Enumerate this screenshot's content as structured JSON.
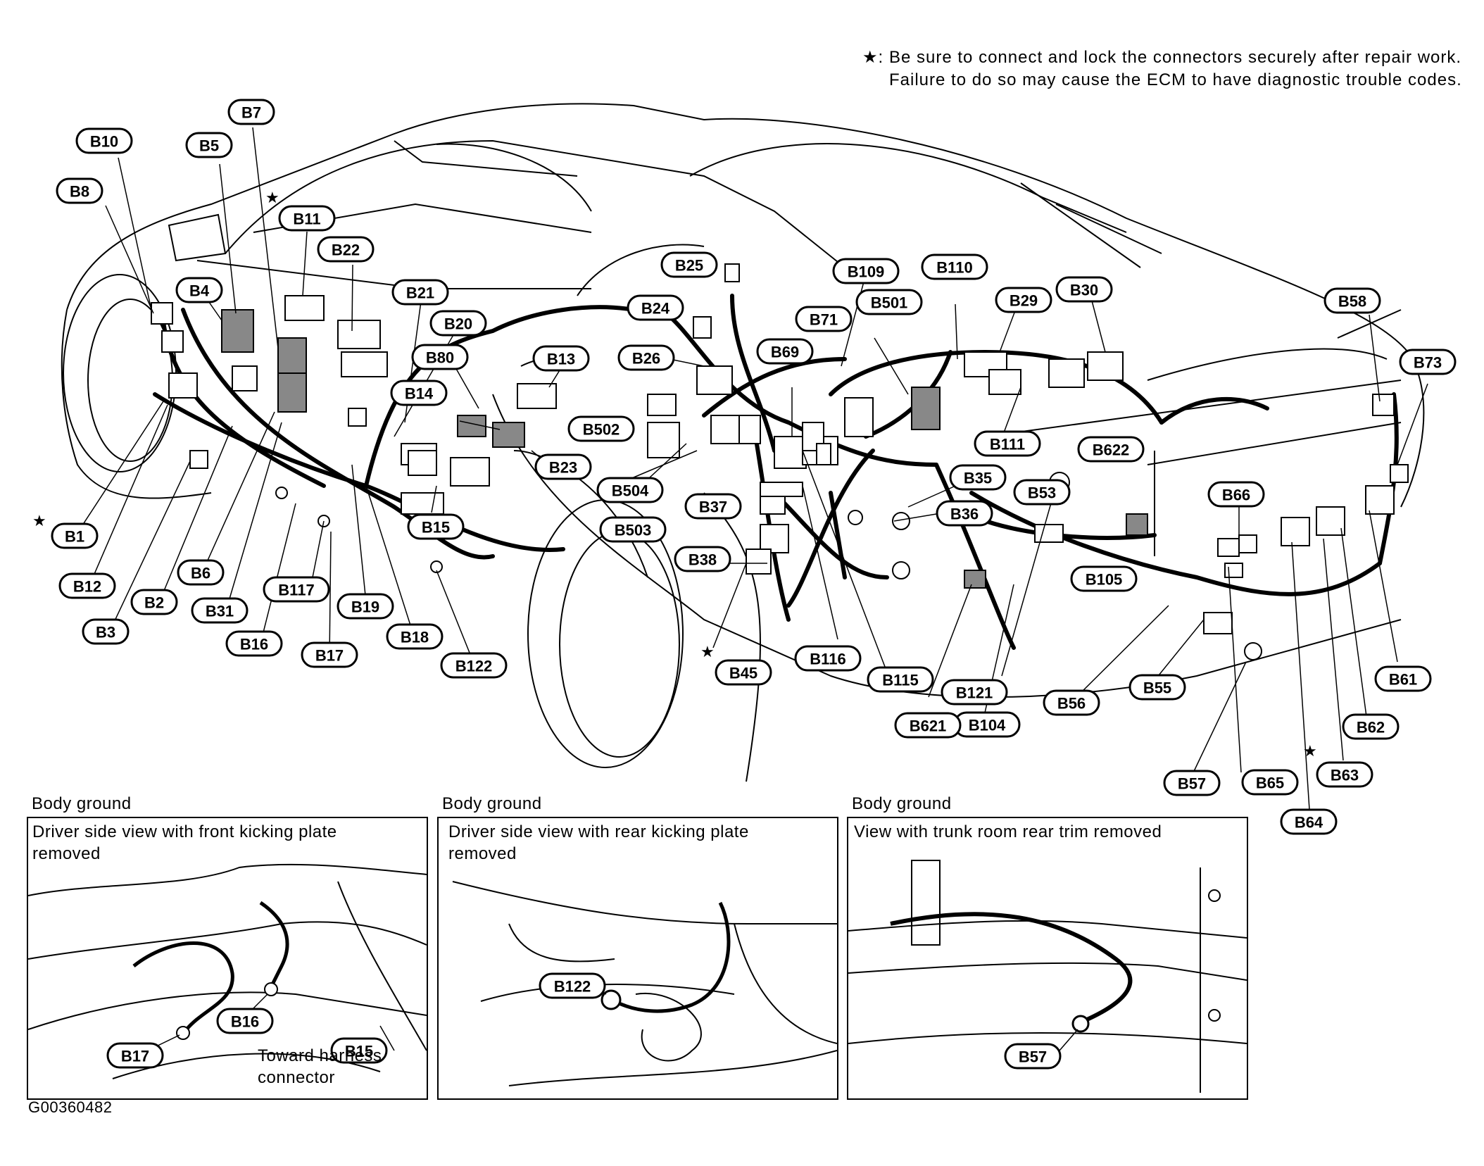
{
  "note": {
    "star": "★:",
    "text": "Be sure to connect and lock the connectors securely after repair work. Failure to do so may cause the ECM to have diagnostic trouble codes."
  },
  "figure_code": "G00360482",
  "connector_labels": [
    "B1",
    "B2",
    "B3",
    "B4",
    "B5",
    "B6",
    "B7",
    "B8",
    "B10",
    "B11",
    "B12",
    "B13",
    "B14",
    "B15",
    "B16",
    "B17",
    "B18",
    "B19",
    "B20",
    "B21",
    "B22",
    "B23",
    "B24",
    "B25",
    "B26",
    "B29",
    "B30",
    "B31",
    "B35",
    "B36",
    "B37",
    "B38",
    "B45",
    "B53",
    "B55",
    "B56",
    "B57",
    "B58",
    "B61",
    "B62",
    "B63",
    "B64",
    "B65",
    "B66",
    "B69",
    "B71",
    "B73",
    "B80",
    "B104",
    "B105",
    "B109",
    "B110",
    "B111",
    "B115",
    "B116",
    "B117",
    "B121",
    "B122",
    "B501",
    "B502",
    "B503",
    "B504",
    "B621",
    "B622"
  ],
  "star_symbol": "★",
  "panels": [
    {
      "caption": "Body ground",
      "title": "Driver side view with front kicking plate removed",
      "labels": [
        "B17",
        "B16",
        "B15"
      ],
      "footnote": "Toward harness connector"
    },
    {
      "caption": "Body ground",
      "title": "Driver side view with rear kicking plate removed",
      "labels": [
        "B122"
      ],
      "footnote": ""
    },
    {
      "caption": "Body ground",
      "title": "View with trunk room rear trim removed",
      "labels": [
        "B57"
      ],
      "footnote": ""
    }
  ]
}
